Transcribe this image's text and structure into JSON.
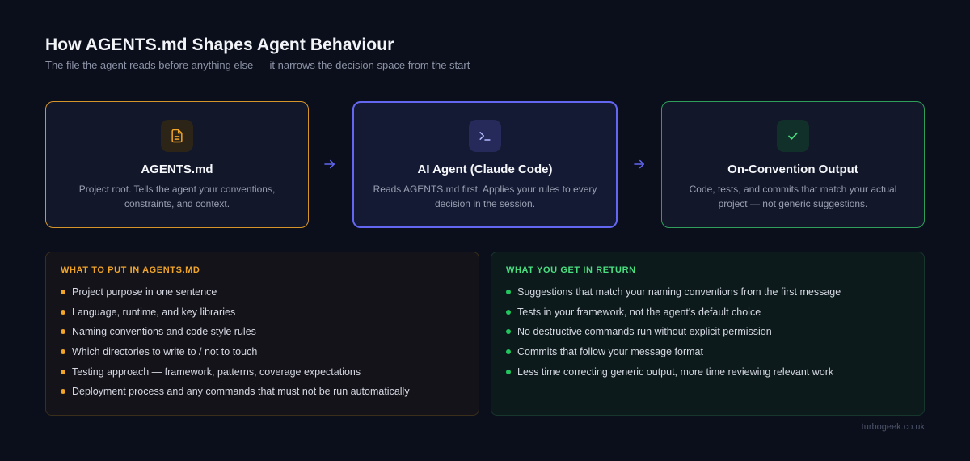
{
  "header": {
    "title": "How AGENTS.md Shapes Agent Behaviour",
    "subtitle": "The file the agent reads before anything else — it narrows the decision space from the start"
  },
  "flow": [
    {
      "icon": "document-icon",
      "title": "AGENTS.md",
      "description": "Project root. Tells the agent your conventions, constraints, and context.",
      "accent": "#f0a52a"
    },
    {
      "icon": "terminal-icon",
      "title": "AI Agent (Claude Code)",
      "description": "Reads AGENTS.md first. Applies your rules to every decision in the session.",
      "accent": "#6366f1"
    },
    {
      "icon": "check-icon",
      "title": "On-Convention Output",
      "description": "Code, tests, and commits that match your actual project — not generic suggestions.",
      "accent": "#22c55e"
    }
  ],
  "put_panel": {
    "heading": "WHAT TO PUT IN AGENTS.MD",
    "items": [
      "Project purpose in one sentence",
      "Language, runtime, and key libraries",
      "Naming conventions and code style rules",
      "Which directories to write to / not to touch",
      "Testing approach — framework, patterns, coverage expectations",
      "Deployment process and any commands that must not be run automatically"
    ]
  },
  "get_panel": {
    "heading": "WHAT YOU GET IN RETURN",
    "items": [
      "Suggestions that match your naming conventions from the first message",
      "Tests in your framework, not the agent's default choice",
      "No destructive commands run without explicit permission",
      "Commits that follow your message format",
      "Less time correcting generic output, more time reviewing relevant work"
    ]
  },
  "footer": {
    "site": "turbogeek.co.uk"
  }
}
